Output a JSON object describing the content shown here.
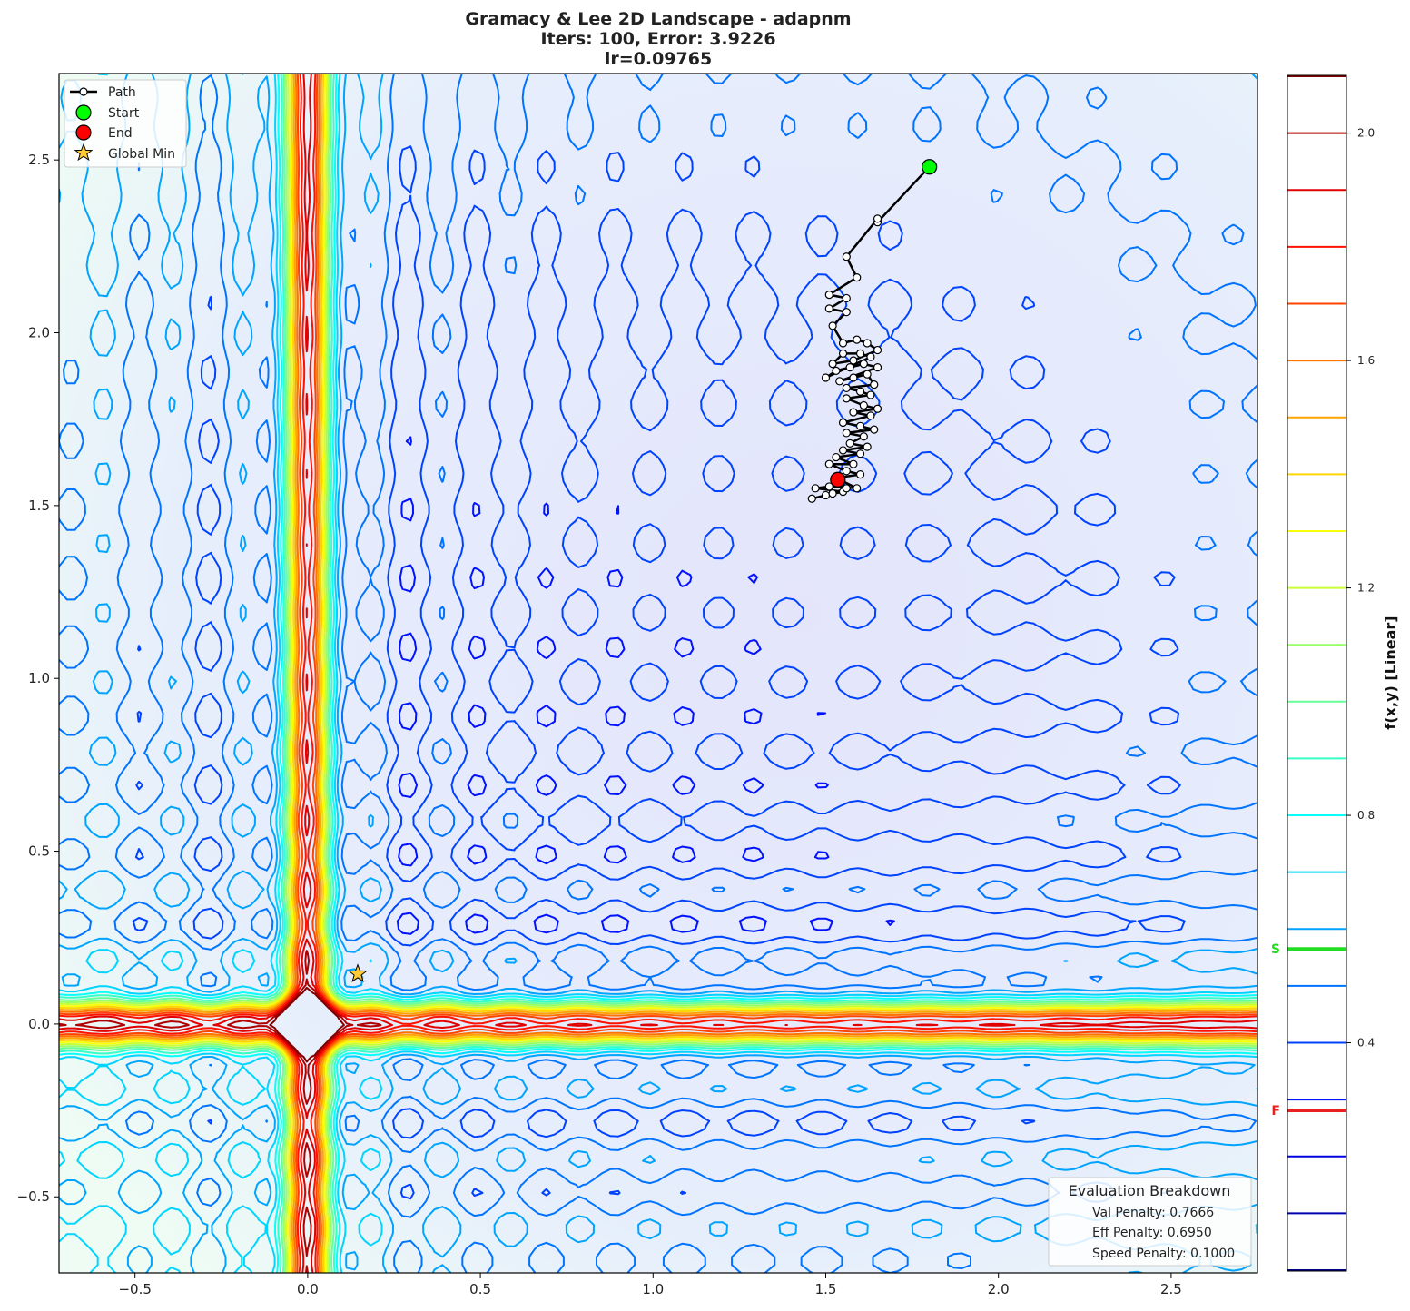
{
  "chart_data": {
    "type": "contour",
    "title": [
      "Gramacy & Lee 2D Landscape - adapnm",
      "Iters: 100, Error: 3.9226",
      "lr=0.09765"
    ],
    "x_axis": {
      "range": [
        -0.72,
        2.75
      ],
      "ticks": [
        -0.5,
        0.0,
        0.5,
        1.0,
        1.5,
        2.0,
        2.5
      ],
      "tick_labels": [
        "−0.5",
        "0.0",
        "0.5",
        "1.0",
        "1.5",
        "2.0",
        "2.5"
      ]
    },
    "y_axis": {
      "range": [
        -0.72,
        2.75
      ],
      "ticks": [
        -0.5,
        0.0,
        0.5,
        1.0,
        1.5,
        2.0,
        2.5
      ],
      "tick_labels": [
        "−0.5",
        "0.0",
        "0.5",
        "1.0",
        "1.5",
        "2.0",
        "2.5"
      ]
    },
    "grid": false,
    "colormap": "jet",
    "colorbar": {
      "label": "f(x,y) [Linear]",
      "range": [
        0.0,
        2.1
      ],
      "ticks": [
        0.4,
        0.8,
        1.2,
        1.6,
        2.0
      ],
      "tick_labels": [
        "0.4",
        "0.8",
        "1.2",
        "1.6",
        "2.0"
      ],
      "levels": [
        0.0,
        0.1,
        0.2,
        0.3,
        0.4,
        0.5,
        0.6,
        0.7,
        0.8,
        0.9,
        1.0,
        1.1,
        1.2,
        1.3,
        1.4,
        1.5,
        1.6,
        1.7,
        1.8,
        1.9,
        2.0,
        2.1
      ],
      "start_value": 0.565,
      "final_value": 0.281,
      "start_marker": "S",
      "final_marker": "F"
    },
    "legend": {
      "position": "top-left",
      "entries": [
        {
          "label": "Path",
          "marker": "line-circle",
          "color": "#000000"
        },
        {
          "label": "Start",
          "marker": "circle",
          "color": "#00ff00"
        },
        {
          "label": "End",
          "marker": "circle",
          "color": "#ff0000"
        },
        {
          "label": "Global Min",
          "marker": "star",
          "color": "#ffcc33"
        }
      ]
    },
    "start_point": [
      1.8,
      2.48
    ],
    "end_point": [
      1.535,
      1.575
    ],
    "global_min": [
      0.145,
      0.145
    ],
    "path": [
      [
        1.8,
        2.48
      ],
      [
        1.65,
        2.32
      ],
      [
        1.65,
        2.33
      ],
      [
        1.56,
        2.22
      ],
      [
        1.59,
        2.16
      ],
      [
        1.51,
        2.11
      ],
      [
        1.56,
        2.1
      ],
      [
        1.51,
        2.07
      ],
      [
        1.56,
        2.06
      ],
      [
        1.52,
        2.02
      ],
      [
        1.55,
        1.97
      ],
      [
        1.59,
        1.98
      ],
      [
        1.62,
        1.97
      ],
      [
        1.65,
        1.95
      ],
      [
        1.58,
        1.92
      ],
      [
        1.52,
        1.91
      ],
      [
        1.55,
        1.94
      ],
      [
        1.6,
        1.94
      ],
      [
        1.63,
        1.93
      ],
      [
        1.5,
        1.87
      ],
      [
        1.53,
        1.89
      ],
      [
        1.57,
        1.9
      ],
      [
        1.61,
        1.91
      ],
      [
        1.65,
        1.9
      ],
      [
        1.54,
        1.86
      ],
      [
        1.58,
        1.87
      ],
      [
        1.62,
        1.88
      ],
      [
        1.64,
        1.85
      ],
      [
        1.56,
        1.84
      ],
      [
        1.6,
        1.83
      ],
      [
        1.63,
        1.82
      ],
      [
        1.56,
        1.81
      ],
      [
        1.61,
        1.79
      ],
      [
        1.65,
        1.78
      ],
      [
        1.58,
        1.77
      ],
      [
        1.63,
        1.76
      ],
      [
        1.55,
        1.74
      ],
      [
        1.6,
        1.73
      ],
      [
        1.64,
        1.72
      ],
      [
        1.56,
        1.71
      ],
      [
        1.61,
        1.7
      ],
      [
        1.57,
        1.68
      ],
      [
        1.62,
        1.67
      ],
      [
        1.55,
        1.66
      ],
      [
        1.6,
        1.65
      ],
      [
        1.53,
        1.64
      ],
      [
        1.58,
        1.62
      ],
      [
        1.51,
        1.62
      ],
      [
        1.56,
        1.6
      ],
      [
        1.6,
        1.59
      ],
      [
        1.53,
        1.58
      ],
      [
        1.59,
        1.55
      ],
      [
        1.51,
        1.555
      ],
      [
        1.47,
        1.55
      ],
      [
        1.55,
        1.54
      ],
      [
        1.5,
        1.53
      ],
      [
        1.46,
        1.52
      ],
      [
        1.52,
        1.535
      ],
      [
        1.56,
        1.55
      ],
      [
        1.535,
        1.575
      ]
    ]
  },
  "evaluation": {
    "title": "Evaluation Breakdown",
    "rows": [
      "Val Penalty: 0.7666",
      "Eff Penalty: 0.6950",
      "Speed Penalty: 0.1000"
    ]
  }
}
